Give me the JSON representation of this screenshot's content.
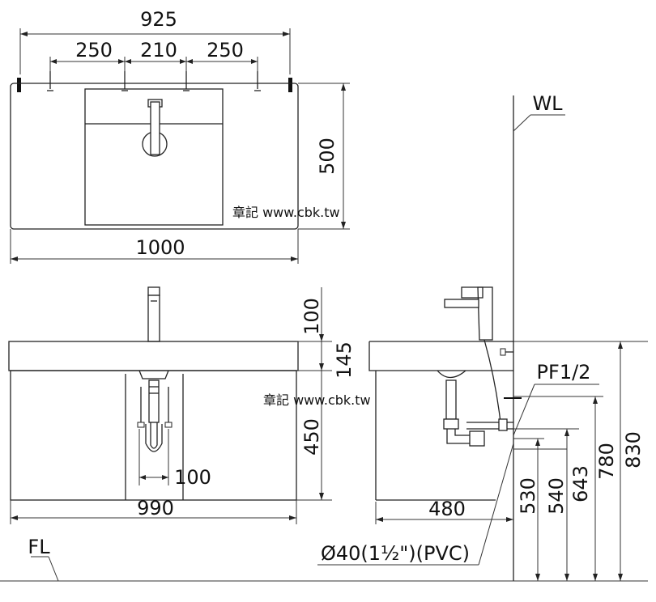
{
  "top_view": {
    "width_label": "925",
    "spacing_left": "250",
    "spacing_mid": "210",
    "spacing_right": "250",
    "depth_label": "500",
    "overall_width": "1000"
  },
  "front_view": {
    "faucet_height": "100",
    "basin_height": "145",
    "cabinet_height": "450",
    "drain_offset": "100",
    "cabinet_width": "990",
    "floor_label": "FL"
  },
  "side_view": {
    "wall_label": "WL",
    "supply_label": "PF1/2",
    "depth": "480",
    "drain_spec": "Ø40(1½\")(PVC)",
    "height_530": "530",
    "height_540": "540",
    "height_643": "643",
    "height_780": "780",
    "height_830": "830"
  },
  "watermark": "章記 www.cbk.tw"
}
